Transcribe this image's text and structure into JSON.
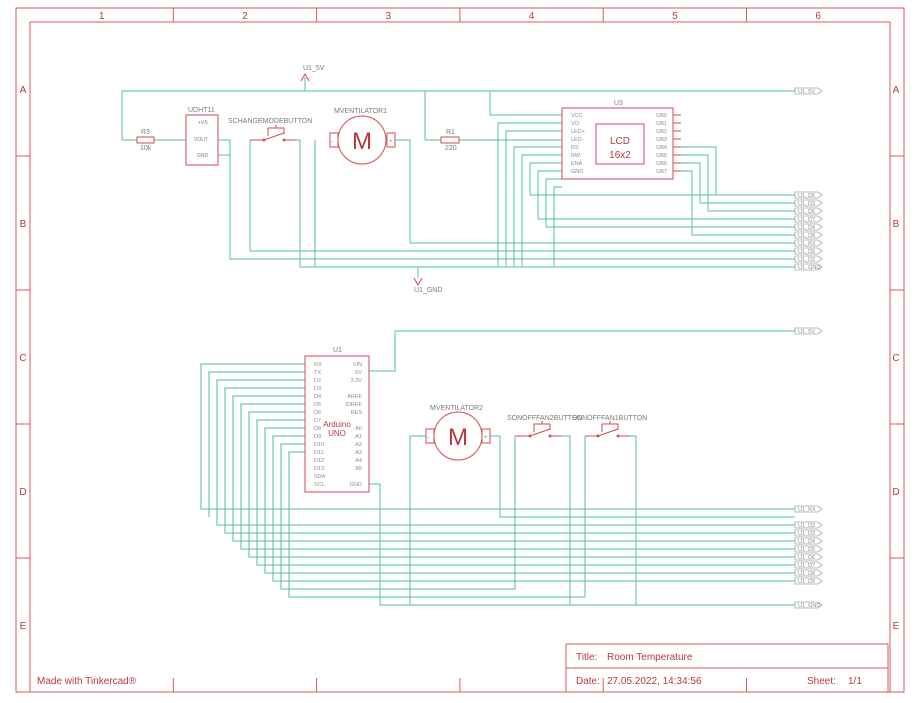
{
  "grid": {
    "columns": [
      "1",
      "2",
      "3",
      "4",
      "5",
      "6"
    ],
    "rows": [
      "A",
      "B",
      "C",
      "D",
      "E"
    ]
  },
  "title_block": {
    "title_label": "Title:",
    "title_value": "Room Temperature",
    "date_label": "Date:",
    "date_value": "27.05.2022, 14:34:56",
    "sheet_label": "Sheet:",
    "sheet_value": "1/1",
    "credit": "Made with Tinkercad®"
  },
  "power": {
    "vcc": "U1_5V",
    "gnd": "U1_GND"
  },
  "components": {
    "r3": {
      "name": "R3",
      "value": "10k"
    },
    "r1": {
      "name": "R1",
      "value": "220"
    },
    "dht": {
      "name": "UDHT11",
      "pins": [
        "+VS",
        "VOUT",
        "GND"
      ]
    },
    "mode_button": {
      "name": "SCHANGEMODEBUTTON"
    },
    "fan1": {
      "name": "MVENTILATOR1",
      "symbol": "M"
    },
    "fan2": {
      "name": "MVENTILATOR2",
      "symbol": "M"
    },
    "btn_fan2": {
      "name": "SONOFFFAN2BUTTON"
    },
    "btn_fan1": {
      "name": "SONOFFFAN1BUTTON"
    },
    "lcd": {
      "name": "U3",
      "line1": "LCD",
      "line2": "16x2",
      "left_pins": [
        "VCC",
        "VO",
        "LED+",
        "LED-",
        "RS",
        "RW",
        "ENA",
        "GND"
      ],
      "right_pins": [
        "DB0",
        "DB1",
        "DB2",
        "DB3",
        "DB4",
        "DB5",
        "DB6",
        "DB7"
      ]
    },
    "arduino": {
      "name": "U1",
      "line1": "Arduino",
      "line2": "UNO",
      "left_pins": [
        "RX",
        "TX",
        "D2",
        "D3",
        "D4",
        "D5",
        "D6",
        "D7",
        "D8",
        "D9",
        "D10",
        "D11",
        "D12",
        "D13",
        "SDA",
        "SCL"
      ],
      "right_pins": [
        "VIN",
        "5V",
        "3.3V",
        "",
        "AREF",
        "IOREF",
        "RES",
        "",
        "A0",
        "A1",
        "A2",
        "A3",
        "A4",
        "A5",
        "",
        "GND"
      ]
    }
  },
  "net_labels": {
    "top": [
      "U1_5V",
      "U1_D5",
      "U1_D3",
      "U1_D6",
      "U1_D7",
      "U1_D4",
      "U1_D8",
      "U1_RX",
      "U1_D9",
      "U1_D2",
      "U1_GND"
    ],
    "bottom": [
      "U1_5V",
      "U1_RX",
      "U1_D2",
      "U1_D3",
      "U1_D4",
      "U1_D5",
      "U1_D6",
      "U1_D7",
      "U1_D8",
      "U1_D9",
      "U1_GND"
    ]
  }
}
